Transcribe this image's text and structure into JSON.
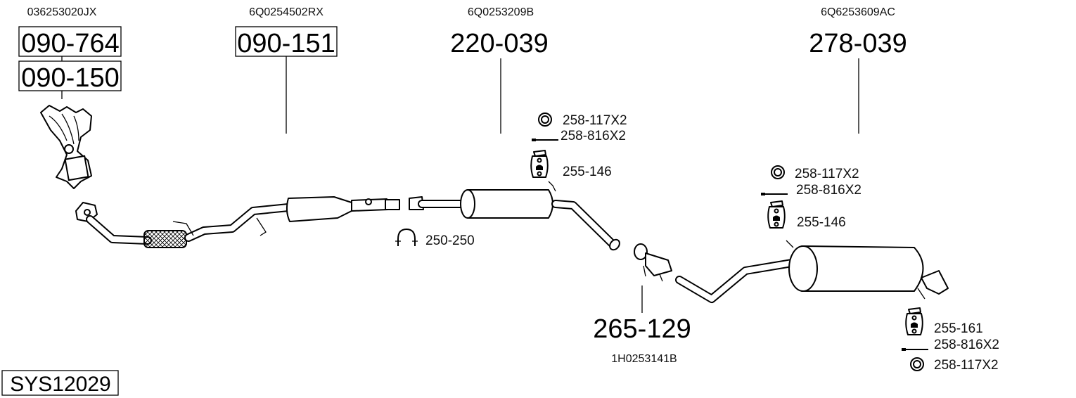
{
  "system_id": "SYS12029",
  "parts": [
    {
      "oe_number": "036253020JX",
      "part_numbers": [
        "090-764",
        "090-150"
      ],
      "boxed": true
    },
    {
      "oe_number": "6Q0254502RX",
      "part_numbers": [
        "090-151"
      ],
      "boxed": true
    },
    {
      "oe_number": "6Q0253209B",
      "part_numbers": [
        "220-039"
      ],
      "boxed": false
    },
    {
      "oe_number": "6Q6253609AC",
      "part_numbers": [
        "278-039"
      ],
      "boxed": false
    },
    {
      "oe_number": "1H0253141B",
      "part_numbers": [
        "265-129"
      ],
      "boxed": false
    }
  ],
  "clamp": {
    "label": "250-250",
    "icon": "clamp-icon"
  },
  "fitting_groups": [
    {
      "items": [
        {
          "label": "258-117X2",
          "icon": "gasket-ring-icon"
        },
        {
          "label": "258-816X2",
          "icon": "bolt-icon"
        },
        {
          "label": "255-146",
          "icon": "rubber-hanger-icon"
        }
      ]
    },
    {
      "items": [
        {
          "label": "258-117X2",
          "icon": "gasket-ring-icon"
        },
        {
          "label": "258-816X2",
          "icon": "bolt-icon"
        },
        {
          "label": "255-146",
          "icon": "rubber-hanger-icon"
        }
      ]
    },
    {
      "items": [
        {
          "label": "255-161",
          "icon": "rubber-hanger-icon"
        },
        {
          "label": "258-816X2",
          "icon": "bolt-icon"
        },
        {
          "label": "258-117X2",
          "icon": "gasket-ring-icon"
        }
      ]
    }
  ]
}
